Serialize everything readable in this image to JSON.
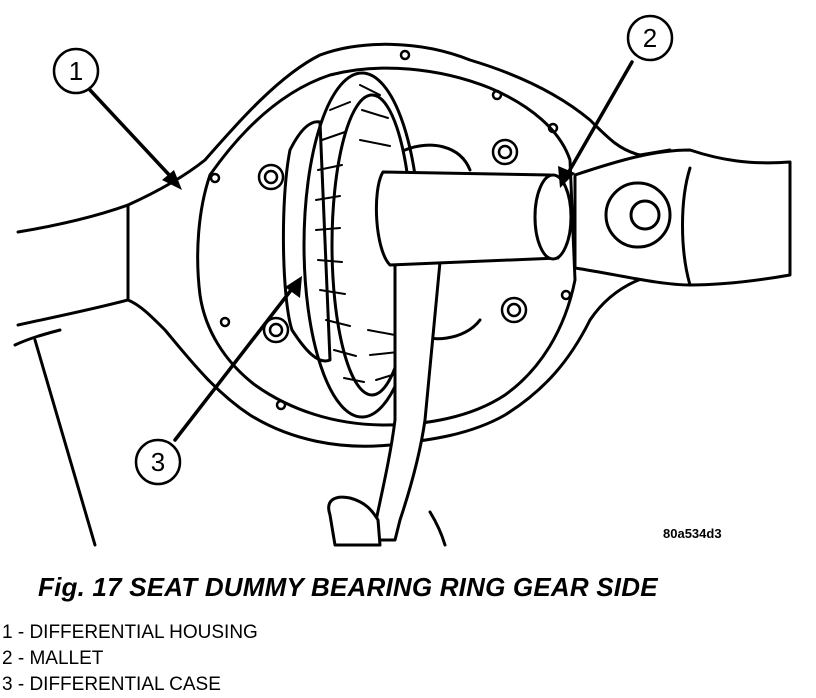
{
  "callouts": [
    "1",
    "2",
    "3"
  ],
  "ref_code": "80a534d3",
  "caption": "Fig. 17 SEAT DUMMY BEARING RING GEAR SIDE",
  "legend": [
    "1 - DIFFERENTIAL HOUSING",
    "2 - MALLET",
    "3 - DIFFERENTIAL CASE"
  ]
}
